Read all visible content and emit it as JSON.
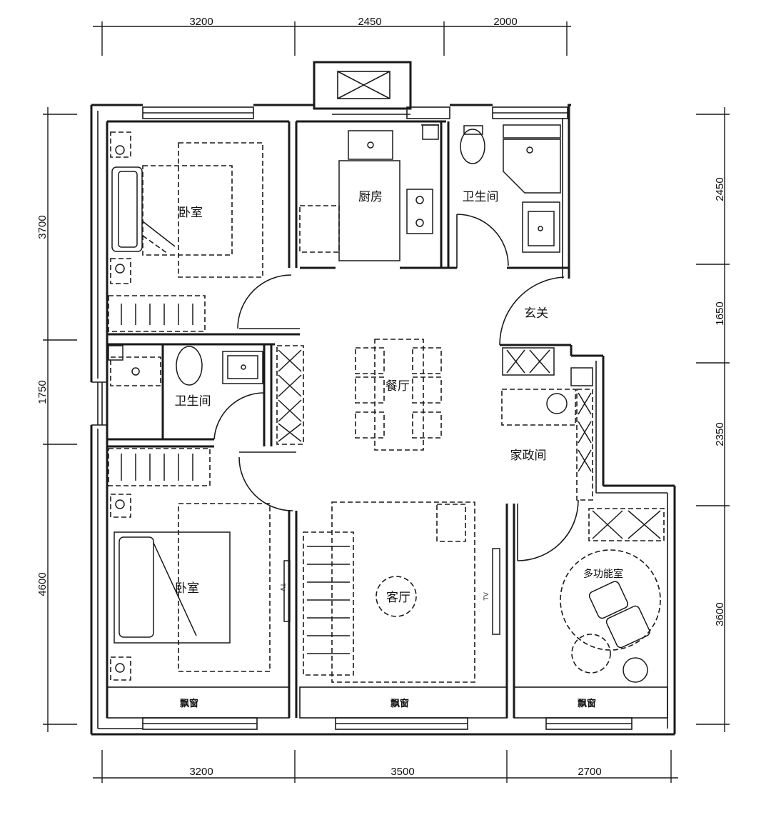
{
  "dimensions": {
    "top": [
      "3200",
      "2450",
      "2000"
    ],
    "bottom": [
      "3200",
      "3500",
      "2700"
    ],
    "left": [
      "3700",
      "1750",
      "4600"
    ],
    "right": [
      "2450",
      "1650",
      "2350",
      "3600"
    ]
  },
  "rooms": {
    "bedroom_top": "卧室",
    "kitchen": "厨房",
    "bathroom_top": "卫生间",
    "entrance": "玄关",
    "dining": "餐厅",
    "bathroom_mid": "卫生间",
    "housekeeping": "家政间",
    "bedroom_bottom": "卧室",
    "living": "客厅",
    "multi": "多功能室"
  },
  "bay_windows": [
    "飘窗",
    "飘窗",
    "飘窗"
  ],
  "tv_labels": [
    "TV",
    "TV"
  ]
}
